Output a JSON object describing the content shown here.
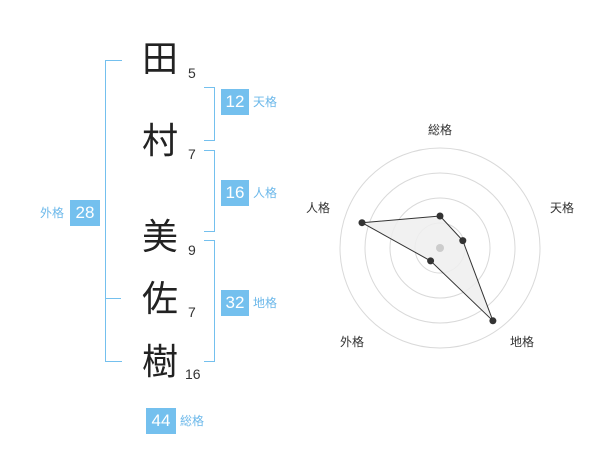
{
  "name": {
    "chars": [
      {
        "char": "田",
        "strokes": "5"
      },
      {
        "char": "村",
        "strokes": "7"
      },
      {
        "char": "美",
        "strokes": "9"
      },
      {
        "char": "佐",
        "strokes": "7"
      },
      {
        "char": "樹",
        "strokes": "16"
      }
    ]
  },
  "kakusu": {
    "tenkaku": {
      "value": "12",
      "label": "天格"
    },
    "jinkaku": {
      "value": "16",
      "label": "人格"
    },
    "chikaku": {
      "value": "32",
      "label": "地格"
    },
    "gaikaku": {
      "value": "28",
      "label": "外格"
    },
    "soukaku": {
      "value": "44",
      "label": "総格"
    }
  },
  "colors": {
    "accent": "#74c0ee",
    "label": "#6cb8ea",
    "radar_fill": "#efefef",
    "radar_line": "#333333"
  },
  "chart_data": {
    "type": "radar",
    "categories": [
      "総格",
      "天格",
      "地格",
      "外格",
      "人格"
    ],
    "values": [
      1.6,
      1.2,
      4.5,
      0.8,
      4.1
    ],
    "rmax": 5,
    "rings": 4
  }
}
